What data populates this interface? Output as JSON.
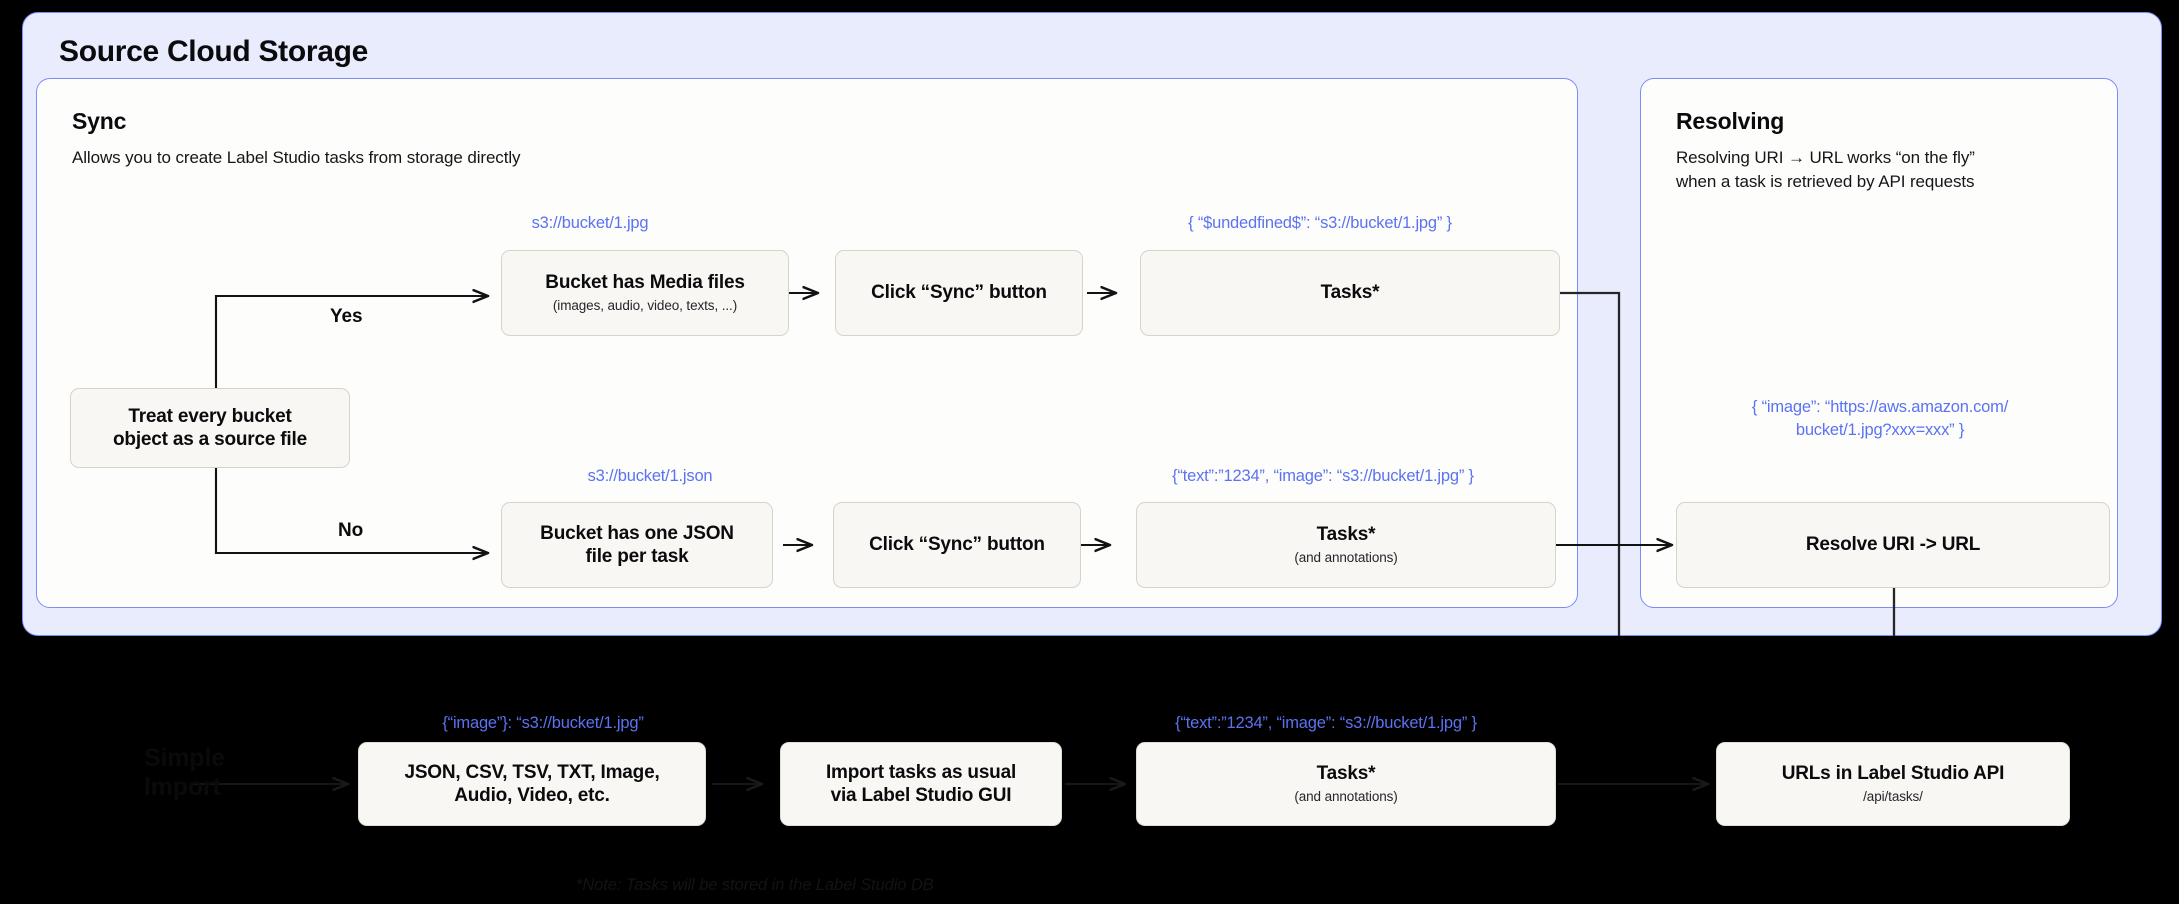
{
  "outer": {
    "title": "Source Cloud Storage"
  },
  "sync": {
    "title": "Sync",
    "subtitle": "Allows you to create Label Studio tasks from storage directly",
    "decision": {
      "label": "Treat every bucket\nobject as a source file",
      "yes_label": "Yes",
      "no_label": "No"
    },
    "yes_branch": {
      "note_source": "s3://bucket/1.jpg",
      "box1_title": "Bucket has Media files",
      "box1_sub": "(images, audio, video, texts, ...)",
      "box2_title": "Click “Sync” button",
      "note_tasks": "{ “$undedfined$”: “s3://bucket/1.jpg” }",
      "box3_title": "Tasks*"
    },
    "no_branch": {
      "note_source": "s3://bucket/1.json",
      "box1_title": "Bucket has one JSON\nfile per task",
      "box2_title": "Click “Sync” button",
      "note_tasks": "{“text”:”1234”,  “image”: “s3://bucket/1.jpg” }",
      "box3_title": "Tasks*",
      "box3_sub": "(and annotations)"
    }
  },
  "resolving": {
    "title": "Resolving",
    "subtitle": "Resolving URI → URL works “on the fly”\nwhen a task is retrieved by API requests",
    "note_resolved": "{ “image”: “https://aws.amazon.com/\nbucket/1.jpg?xxx=xxx” }",
    "box_title": "Resolve URI -> URL"
  },
  "bottom": {
    "section_label": "Simple\nImport",
    "formats_note": "{“image”}: “s3://bucket/1.jpg”",
    "formats_box": "JSON, CSV, TSV, TXT, Image,\nAudio, Video, etc.",
    "import_box": "Import tasks as usual\nvia Label Studio GUI",
    "tasks_note": "{“text”:”1234”,  “image”: “s3://bucket/1.jpg” }",
    "tasks_box_title": "Tasks*",
    "tasks_box_sub": "(and annotations)",
    "api_box_title": "URLs in Label Studio API",
    "api_box_sub": "/api/tasks/",
    "footnote": "*Note: Tasks will be stored in the Label Studio DB"
  },
  "colors": {
    "panel_bg": "#E9ECFD",
    "panel_border": "#7C8CF8",
    "card_bg": "#FDFDFB",
    "box_bg": "#F8F7F3",
    "box_border": "#D8D3C7",
    "accent_blue": "#5B72F2",
    "page_bg": "#000000"
  }
}
